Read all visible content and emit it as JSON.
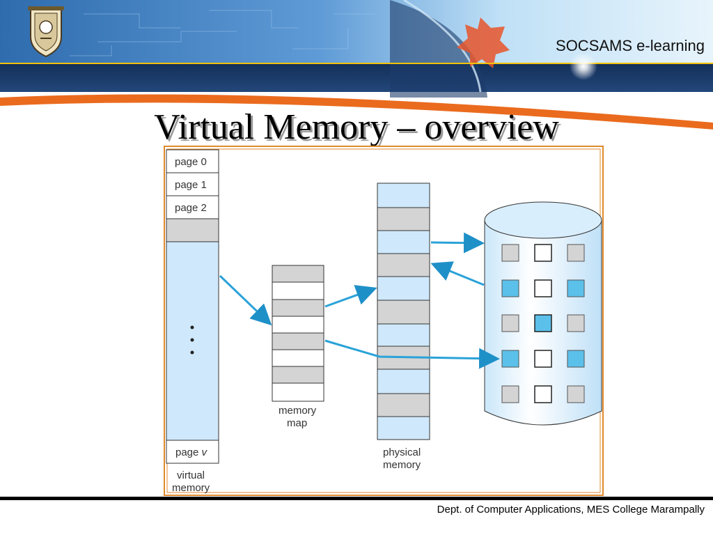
{
  "header": {
    "brand": "SOCSAMS e-learning"
  },
  "slide": {
    "title": "Virtual Memory – overview"
  },
  "diagram": {
    "virtual_pages": [
      "page 0",
      "page 1",
      "page 2"
    ],
    "virtual_last_page": "page",
    "virtual_last_page_var": "v",
    "virtual_label_line1": "virtual",
    "virtual_label_line2": "memory",
    "map_label_line1": "memory",
    "map_label_line2": "map",
    "physical_label_line1": "physical",
    "physical_label_line2": "memory"
  },
  "footer": {
    "text": "Dept. of Computer Applications, MES College Marampally"
  },
  "colors": {
    "light_blue": "#cfe8fb",
    "gray_block": "#d4d4d4",
    "arrow_blue": "#2aa2d8",
    "frame_orange": "#e08a2c",
    "bright_blue": "#5bc0ea"
  }
}
